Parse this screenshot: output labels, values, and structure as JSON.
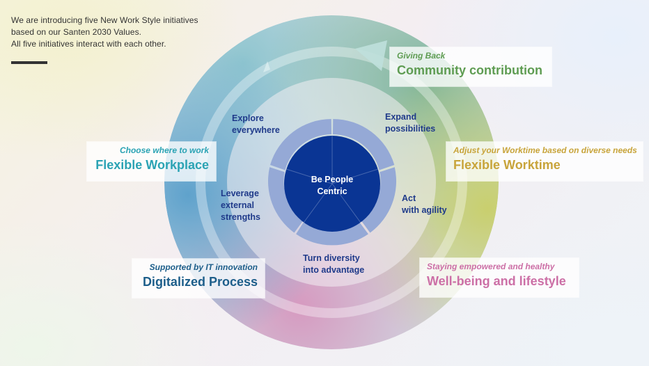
{
  "intro": {
    "line1": "We are introducing five New Work Style initiatives",
    "line2": "based on our Santen 2030 Values.",
    "line3": "All five initiatives interact with each other."
  },
  "center": {
    "line1": "Be People",
    "line2": "Centric"
  },
  "values": {
    "explore": {
      "line1": "Explore",
      "line2": "everywhere"
    },
    "expand": {
      "line1": "Expand",
      "line2": "possibilities"
    },
    "act": {
      "line1": "Act",
      "line2": "with agility"
    },
    "turn": {
      "line1": "Turn diversity",
      "line2": "into advantage"
    },
    "leverage": {
      "line1": "Leverage",
      "line2": "external",
      "line3": "strengths"
    }
  },
  "initiatives": {
    "community": {
      "sub": "Giving Back",
      "title": "Community contribution",
      "color": "#5e9c52"
    },
    "worktime": {
      "sub": "Adjust your Worktime based on diverse needs",
      "title": "Flexible Worktime",
      "color": "#c8a43a"
    },
    "wellbeing": {
      "sub": "Staying empowered and healthy",
      "title": "Well-being and lifestyle",
      "color": "#cc6fa6"
    },
    "digital": {
      "sub": "Supported by IT innovation",
      "title": "Digitalized Process",
      "color": "#1d5e8a"
    },
    "workplace": {
      "sub": "Choose where to work",
      "title": "Flexible Workplace",
      "color": "#2ba3b4"
    }
  },
  "colors": {
    "center_fill": "#0a3594",
    "segment_fill": "#95a9d6",
    "label_text": "#1f3a8a",
    "intro_text": "#333333"
  }
}
